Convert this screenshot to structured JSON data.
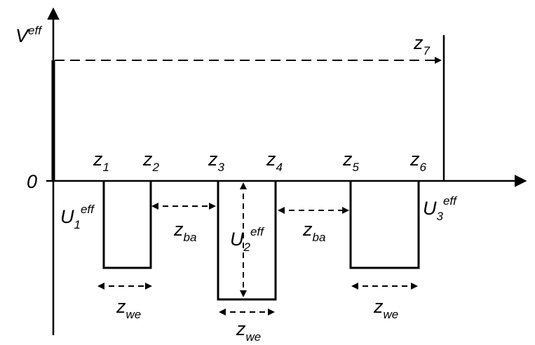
{
  "axis": {
    "y_label": "V",
    "y_label_sup": "eff",
    "zero_label": "0"
  },
  "z_labels": [
    {
      "base": "z",
      "sub": "1"
    },
    {
      "base": "z",
      "sub": "2"
    },
    {
      "base": "z",
      "sub": "3"
    },
    {
      "base": "z",
      "sub": "4"
    },
    {
      "base": "z",
      "sub": "5"
    },
    {
      "base": "z",
      "sub": "6"
    },
    {
      "base": "z",
      "sub": "7"
    }
  ],
  "potentials": [
    {
      "base": "U",
      "sub": "1",
      "sup": "eff"
    },
    {
      "base": "U",
      "sub": "2",
      "sup": "eff"
    },
    {
      "base": "U",
      "sub": "3",
      "sup": "eff"
    }
  ],
  "widths": {
    "barrier": {
      "base": "z",
      "sub": "ba"
    },
    "well": {
      "base": "z",
      "sub": "we"
    }
  }
}
